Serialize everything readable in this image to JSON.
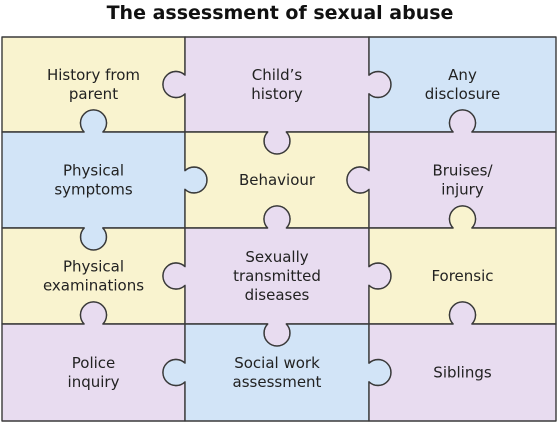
{
  "title": "The assessment of sexual abuse",
  "colors": {
    "yellow": "#f9f3cf",
    "purple": "#e8dcf0",
    "blue": "#d2e4f7"
  },
  "pieces": [
    {
      "id": "history-from-parent",
      "lines": [
        "History from",
        "parent"
      ],
      "color": "yellow"
    },
    {
      "id": "childs-history",
      "lines": [
        "Child’s",
        "history"
      ],
      "color": "purple"
    },
    {
      "id": "any-disclosure",
      "lines": [
        "Any",
        "disclosure"
      ],
      "color": "blue"
    },
    {
      "id": "physical-symptoms",
      "lines": [
        "Physical",
        "symptoms"
      ],
      "color": "blue"
    },
    {
      "id": "behaviour",
      "lines": [
        "Behaviour"
      ],
      "color": "yellow"
    },
    {
      "id": "bruises-injury",
      "lines": [
        "Bruises/",
        "injury"
      ],
      "color": "purple"
    },
    {
      "id": "physical-examinations",
      "lines": [
        "Physical",
        "examinations"
      ],
      "color": "yellow"
    },
    {
      "id": "sexually-transmitted-diseases",
      "lines": [
        "Sexually",
        "transmitted",
        "diseases"
      ],
      "color": "purple"
    },
    {
      "id": "forensic",
      "lines": [
        "Forensic"
      ],
      "color": "yellow"
    },
    {
      "id": "police-inquiry",
      "lines": [
        "Police",
        "inquiry"
      ],
      "color": "purple"
    },
    {
      "id": "social-work-assessment",
      "lines": [
        "Social work",
        "assessment"
      ],
      "color": "blue"
    },
    {
      "id": "siblings",
      "lines": [
        "Siblings"
      ],
      "color": "purple"
    }
  ]
}
